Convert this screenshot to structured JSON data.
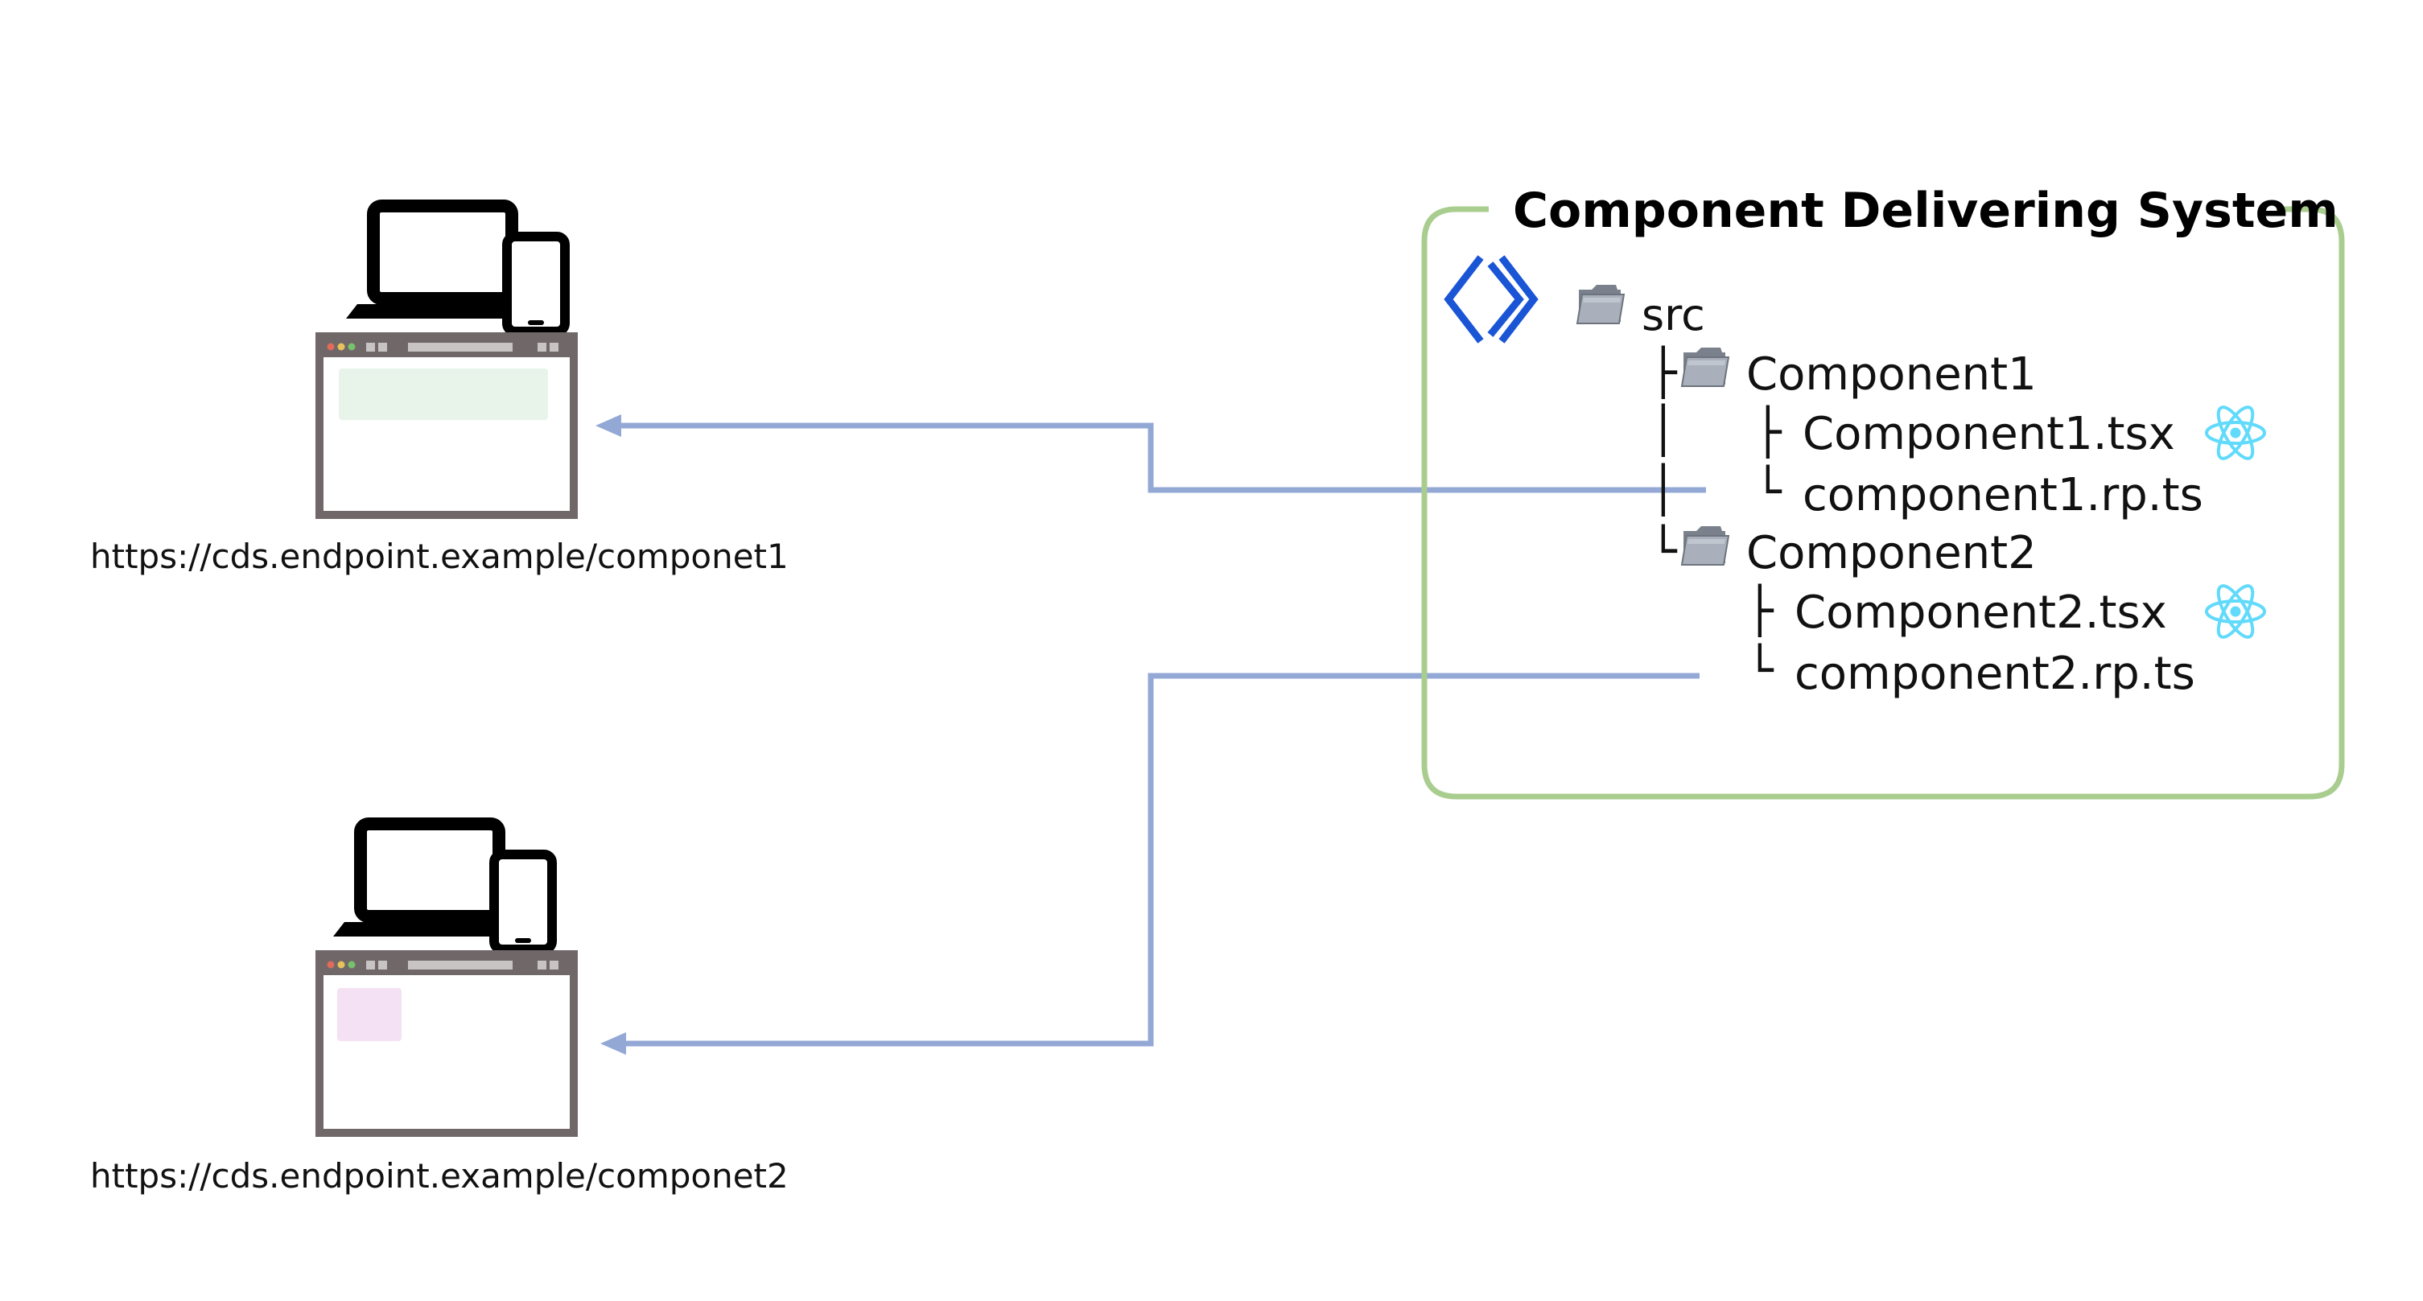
{
  "system": {
    "title": "Component Delivering System",
    "border_color": "#a9cd8e",
    "tree": {
      "root": "src",
      "folders": [
        {
          "name": "Component1",
          "files": [
            "Component1.tsx",
            "component1.rp.ts"
          ]
        },
        {
          "name": "Component2",
          "files": [
            "Component2.tsx",
            "component2.rp.ts"
          ]
        }
      ],
      "branch_glyphs": {
        "tee": "├",
        "elbow": "└",
        "pipe": "│"
      }
    }
  },
  "clients": [
    {
      "url": "https://cds.endpoint.example/componet1",
      "panel_color": "#e8f4ea"
    },
    {
      "url": "https://cds.endpoint.example/componet2",
      "panel_color": "#f5e1f4"
    }
  ],
  "colors": {
    "connector": "#94a8d6",
    "browser_frame": "#706868",
    "device": "#000000",
    "react_logo": "#61dafb",
    "brand_logo": "#1a55d6",
    "folder": "#8e96a3"
  },
  "icons": {
    "device": "laptop-phone-icon",
    "browser": "browser-window-icon",
    "folder": "folder-icon",
    "react": "react-icon",
    "brand": "chevron-brackets-logo-icon"
  }
}
